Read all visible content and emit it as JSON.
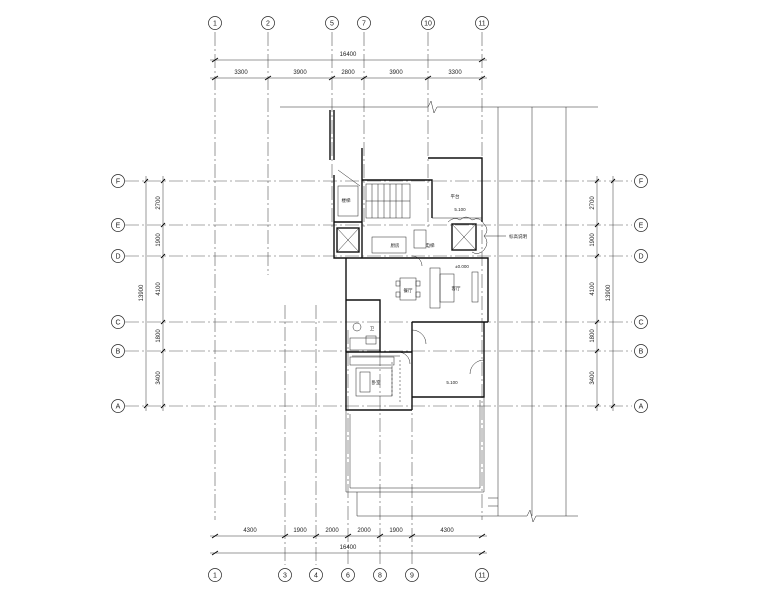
{
  "axes": {
    "top": [
      "1",
      "2",
      "5",
      "7",
      "10",
      "11"
    ],
    "bottom": [
      "1",
      "3",
      "4",
      "6",
      "8",
      "9",
      "11"
    ],
    "left": [
      "F",
      "E",
      "D",
      "C",
      "B",
      "A"
    ],
    "right": [
      "F",
      "E",
      "D",
      "C",
      "B",
      "A"
    ]
  },
  "dimensions": {
    "top_total": "16400",
    "top_segments": [
      "3300",
      "3900",
      "2800",
      "3900",
      "3300"
    ],
    "bottom_segments": [
      "4300",
      "1900",
      "2000",
      "2000",
      "1900",
      "4300"
    ],
    "bottom_total": "16400",
    "left_segments": [
      "2700",
      "1900",
      "4100",
      "1800",
      "3400"
    ],
    "left_total": "13900",
    "right_segments": [
      "2700",
      "1900",
      "4100",
      "1800",
      "3400"
    ],
    "right_total": "13900"
  },
  "room_labels": {
    "elevations": [
      "5.100",
      "±0.000",
      "5.100"
    ],
    "side_note": "标高说明",
    "rooms": [
      "电梯",
      "楼梯",
      "厨房",
      "餐厅",
      "客厅",
      "卫",
      "卧室",
      "平台"
    ]
  }
}
